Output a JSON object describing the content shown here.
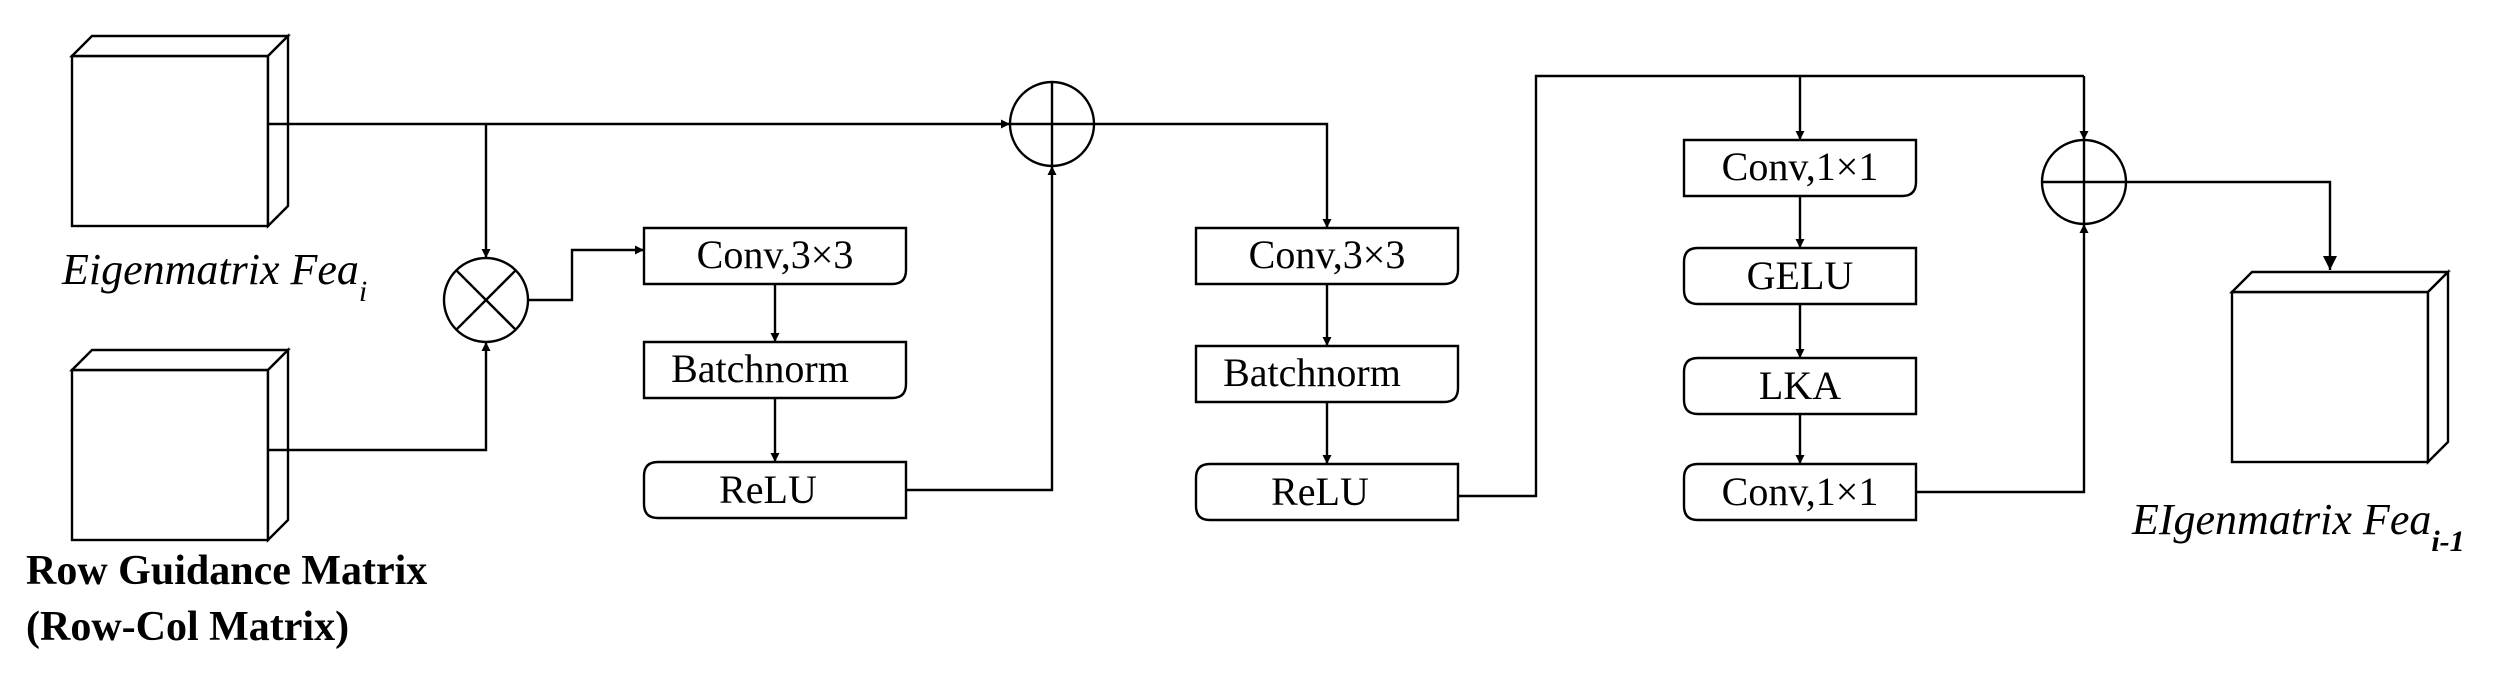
{
  "inputs": {
    "feature_base": "Eigenmatrix Fea",
    "feature_sub": "i",
    "guidance_line1": "Row Guidance Matrix",
    "guidance_line2": "(Row-Col Matrix)"
  },
  "branch1": {
    "conv": "Conv,3×3",
    "norm": "Batchnorm",
    "act": "ReLU"
  },
  "branch2": {
    "conv": "Conv,3×3",
    "norm": "Batchnorm",
    "act": "ReLU"
  },
  "branch3": {
    "conv_in": "Conv,1×1",
    "act": "GELU",
    "attn": "LKA",
    "conv_out": "Conv,1×1"
  },
  "output": {
    "base": "EIgenmatrix Fea",
    "sub": "i-1"
  }
}
